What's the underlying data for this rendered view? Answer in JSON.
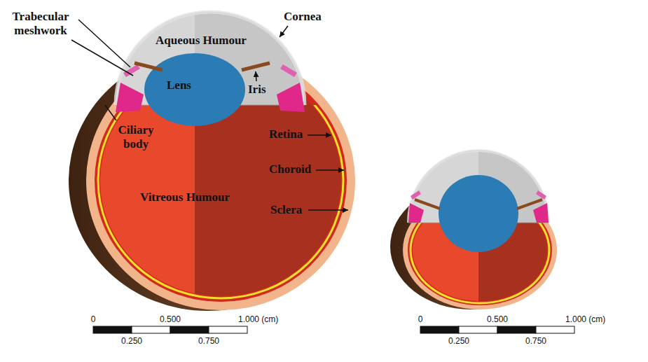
{
  "diagram": {
    "labels": [
      "Trabecular meshwork",
      "Aqueous Humour",
      "Cornea",
      "Lens",
      "Iris",
      "Ciliary body",
      "Retina",
      "Choroid",
      "Vitreous Humour",
      "Sclera",
      "0",
      "0.500",
      "1.000 (cm)",
      "0.250",
      "0.750",
      "0",
      "0.500",
      "1.000 (cm)",
      "0.250",
      "0.750"
    ]
  }
}
